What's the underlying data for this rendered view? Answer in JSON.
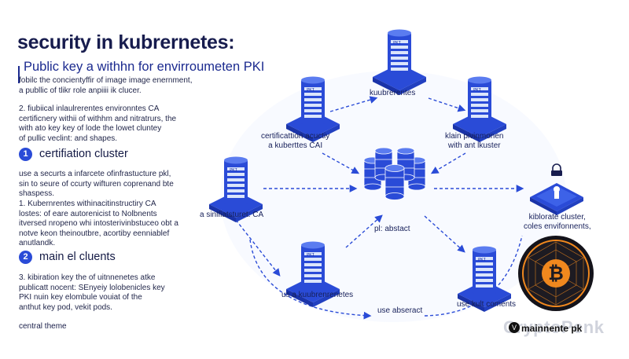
{
  "left": {
    "title": "security in kubrernetes:",
    "subtitle": "Public key a withhn for envirroumeten PKI",
    "intro": "fobilc the concientyffir of image image enernment,\na publlic of tlikr role anpiiii ik clucer.",
    "para2": "2. fiubiical inlaulrerentes environntes CA\ncertificnery withii of withhm and nitratrurs, the\nwith ato key key of lode the lowet cluntey\nof pullic veclint: and shapes.",
    "section1": {
      "num": "1",
      "title": "certifiation cluster"
    },
    "para3": "use a securts a infarcete ofinfrastucture pkl,\nsin to seure of ccurty wifturen coprenand bte\nshaspess.",
    "para4": "1. Kubernrentes withinacitinstructiry CA\nlostes: of eare autorenicist to Nolbnents\nitversed nropeno whi intosterivinbstuceo obt a\nnotve keon  theinoutbre,  acortiby eenniablef\nanutlandk.",
    "section2": {
      "num": "2",
      "title": "main el cluents"
    },
    "para5": "3. kibiration key the of uitnnenetes atke\npublicatt nocent: SEnyeiy lolobenicles key\nPKI nuin key elombule vouiat of the\nanthut key pod, vekit pods.",
    "footer": "central theme"
  },
  "diagram": {
    "top": "kuubrerentes",
    "upper_left": "certificattion acuctiy\na kuberttes CAI",
    "upper_right": "klain pivinmonen\nwith ant lkuster",
    "left": "a sinlfiatsturet: CA",
    "center": "pl: abstact",
    "right": "kiblorate cluster,\ncoles envifonnents,",
    "lower_left": "us a kuubrenrenetes",
    "bottom_mid": "use abseract",
    "lower_right": "use kult coments",
    "server_glyphs": "PKI",
    "bitcoin_symbol": "₿"
  },
  "watermark": {
    "brand": "CryptoPenk",
    "badge": "V",
    "tag": "mainnente pk"
  },
  "colors": {
    "accent": "#2a4bd7",
    "light": "#dbe5fb",
    "dark": "#171c4e",
    "bitcoin": "#f0881e"
  }
}
